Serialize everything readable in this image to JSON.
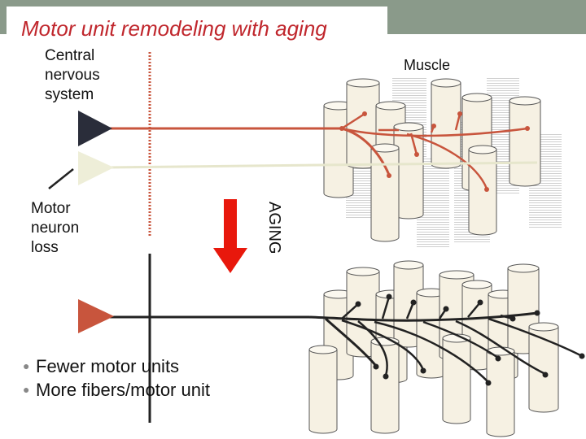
{
  "title": "Motor unit remodeling with aging",
  "labels": {
    "cns": "Central nervous system",
    "muscle": "Muscle",
    "motor_neuron_loss": "Motor neuron loss",
    "aging": "AGING"
  },
  "bullets": [
    "Fewer motor units",
    "More fibers/motor unit"
  ],
  "colors": {
    "title": "#c0272d",
    "red_neuron": "#c8553d",
    "dark_neuron": "#2a2d3a",
    "lost_neuron": "#eeeed8",
    "arrow": "#e8180c",
    "fiber": "#f6f1e3"
  },
  "icons": [
    "neuron-triangle-icon",
    "down-arrow-icon",
    "muscle-fiber-icon"
  ]
}
